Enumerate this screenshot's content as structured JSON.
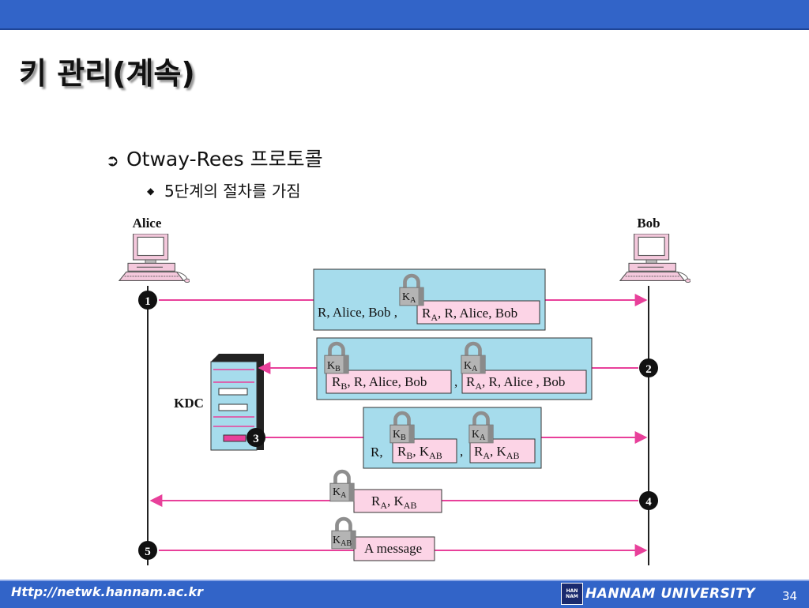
{
  "slide": {
    "title": "키 관리(계속)",
    "bullet_level1": "Otway-Rees 프로토콜",
    "bullet_level2": "5단계의 절차를 가짐"
  },
  "diagram": {
    "alice_label": "Alice",
    "bob_label": "Bob",
    "kdc_label": "KDC",
    "steps": [
      "1",
      "2",
      "3",
      "4",
      "5"
    ],
    "msg1": {
      "plain": "R, Alice, Bob ,",
      "lock": "K",
      "lock_sub": "A",
      "enc_main": "R",
      "enc_sub": "A",
      "enc_rest": ", R, Alice, Bob"
    },
    "msg2": {
      "lock1": "K",
      "lock1_sub": "B",
      "enc1_main": "R",
      "enc1_sub": "B",
      "enc1_rest": ", R, Alice, Bob",
      "sep": ",",
      "lock2": "K",
      "lock2_sub": "A",
      "enc2_main": "R",
      "enc2_sub": "A",
      "enc2_rest": ", R, Alice , Bob"
    },
    "msg3": {
      "plain": "R,",
      "lock1": "K",
      "lock1_sub": "B",
      "enc1_main": "R",
      "enc1_sub": "B",
      "enc1_mid": ", K",
      "enc1_sub2": "AB",
      "sep": ",",
      "lock2": "K",
      "lock2_sub": "A",
      "enc2_main": "R",
      "enc2_sub": "A",
      "enc2_mid": ", K",
      "enc2_sub2": "AB"
    },
    "msg4": {
      "lock": "K",
      "lock_sub": "A",
      "enc_main": "R",
      "enc_sub": "A",
      "enc_mid": ", K",
      "enc_sub2": "AB"
    },
    "msg5": {
      "lock": "K",
      "lock_sub": "AB",
      "enc": "A message"
    }
  },
  "footer": {
    "url": "Http://netwk.hannam.ac.kr",
    "logo_top": "HAN",
    "logo_bottom": "NAM",
    "university": "HANNAM  UNIVERSITY",
    "page": "34"
  },
  "colors": {
    "header_bar": "#3264c8",
    "arrow": "#e8409a",
    "cyan_box": "#a6dcec",
    "pink_box": "#fcd4e6"
  }
}
